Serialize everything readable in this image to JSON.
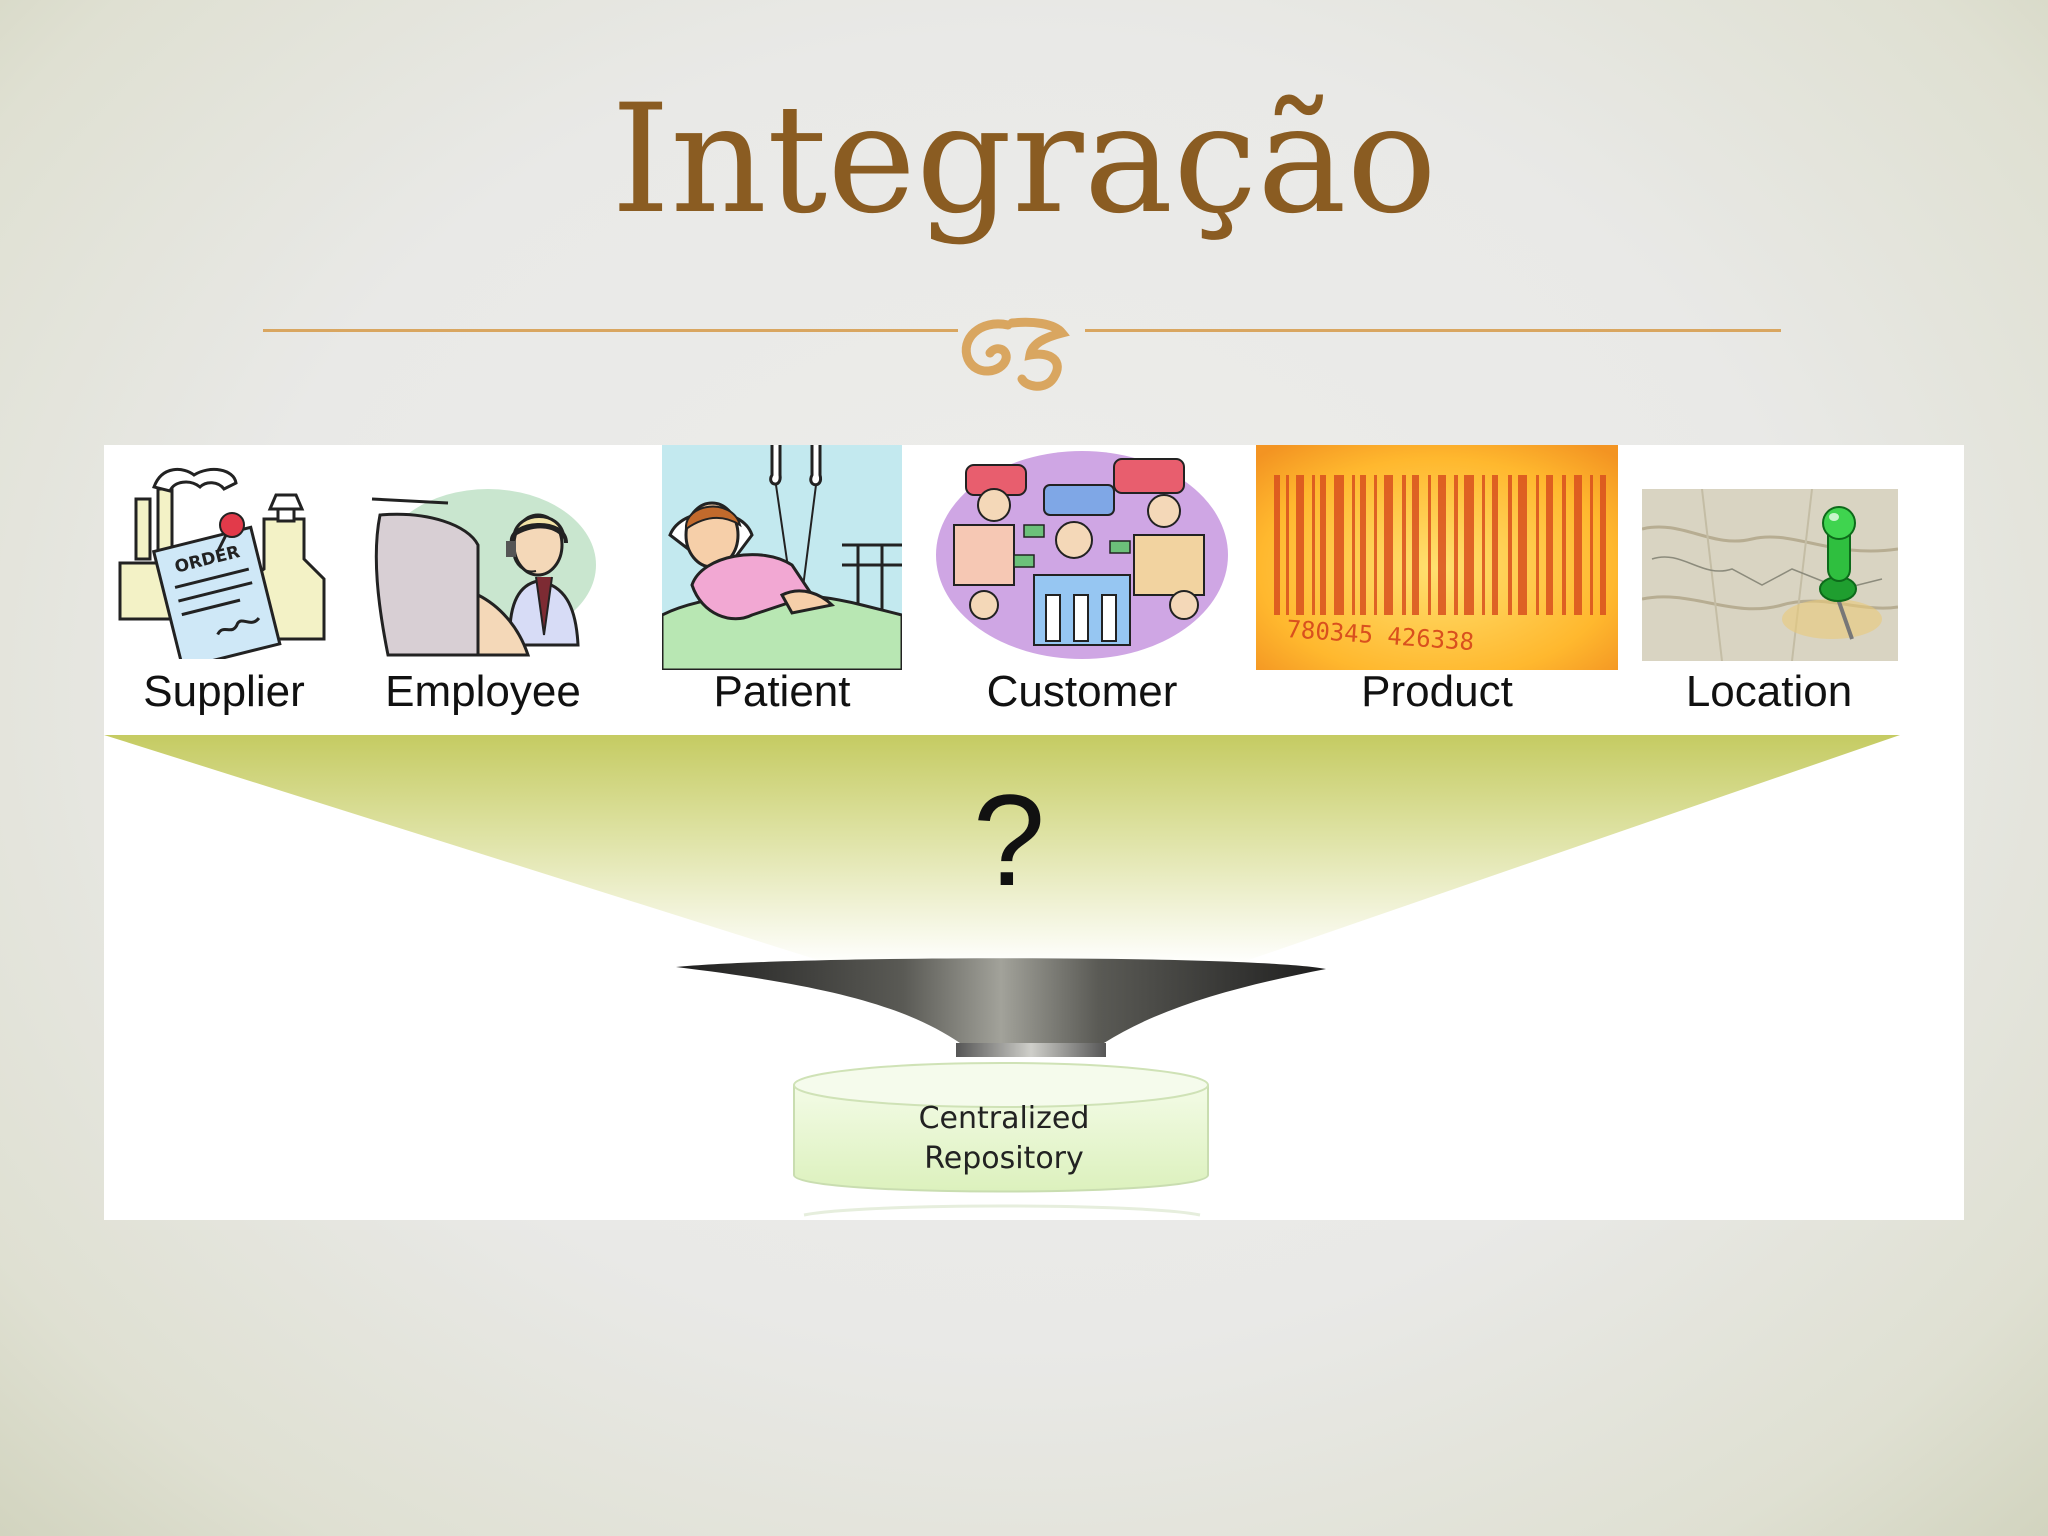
{
  "slide": {
    "title": "Integração"
  },
  "entities": [
    {
      "label": "Supplier",
      "icon": "supplier-factory-order-icon"
    },
    {
      "label": "Employee",
      "icon": "employee-headset-icon"
    },
    {
      "label": "Patient",
      "icon": "patient-hospital-bed-icon"
    },
    {
      "label": "Customer",
      "icon": "customer-crowd-icon"
    },
    {
      "label": "Product",
      "icon": "product-barcode-icon"
    },
    {
      "label": "Location",
      "icon": "location-map-pin-icon"
    }
  ],
  "diagram": {
    "question_mark": "?",
    "repository_label_line1": "Centralized",
    "repository_label_line2": "Repository",
    "barcode_digits": "780345 426338"
  },
  "colors": {
    "title": "#8a5c22",
    "accent_rule": "#d9a660",
    "funnel_band": "#c9ce6e",
    "repository_fill": "#e7f6cf"
  }
}
